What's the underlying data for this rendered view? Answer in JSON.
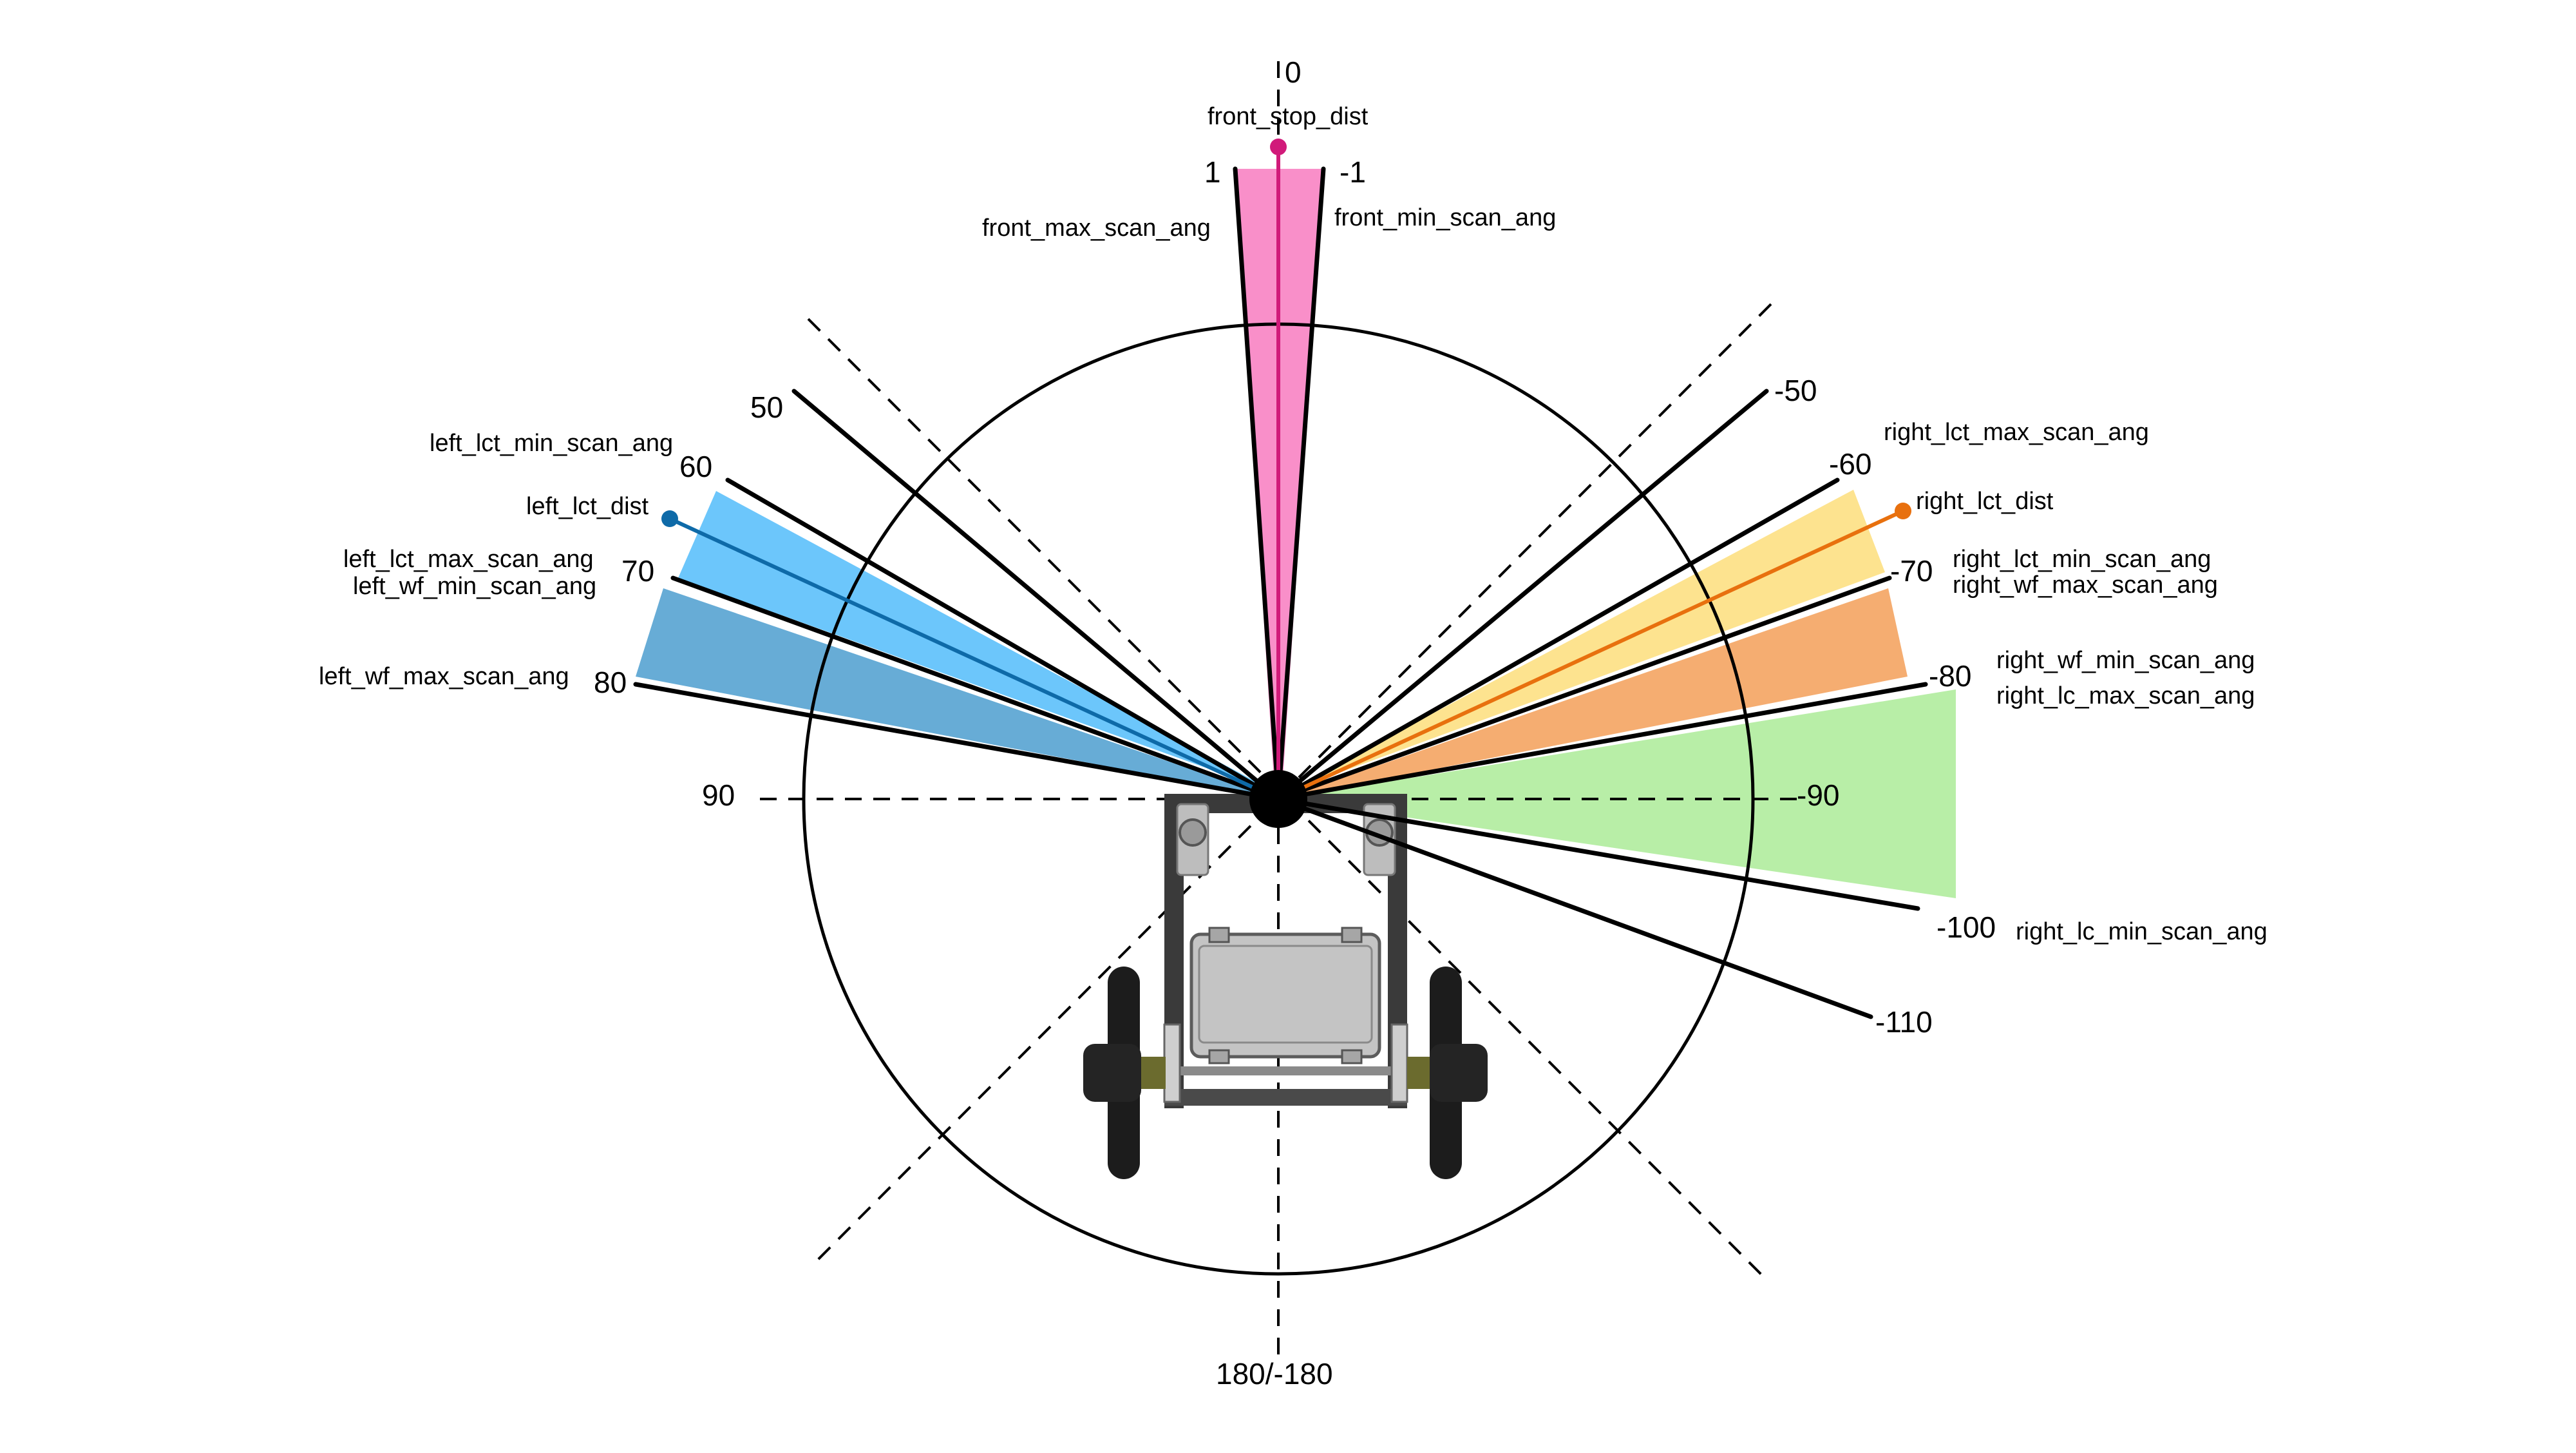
{
  "colors": {
    "front_region": "#f98fc9",
    "front_stop": "#d11a7a",
    "left_lct_region": "#6cc6fb",
    "left_wf_region": "#67acd6",
    "left_lct_dist": "#0e6aa8",
    "right_lct_region": "#fde38f",
    "right_lct_dist": "#e8700e",
    "right_wf_region": "#f5ad71",
    "right_lc_region": "#b8eea7",
    "line": "#000000"
  },
  "angle_labels": {
    "a0": "0",
    "a1": "1",
    "am1": "-1",
    "a50": "50",
    "a60": "60",
    "a70": "70",
    "a80": "80",
    "a90": "90",
    "am50": "-50",
    "am60": "-60",
    "am70": "-70",
    "am80": "-80",
    "am90": "-90",
    "am100": "-100",
    "am110": "-110",
    "a180": "180/-180"
  },
  "param_labels": {
    "front_stop_dist": "front_stop_dist",
    "front_max_scan_ang": "front_max_scan_ang",
    "front_min_scan_ang": "front_min_scan_ang",
    "left_lct_min_scan_ang": "left_lct_min_scan_ang",
    "left_lct_dist": "left_lct_dist",
    "left_lct_max_scan_ang": "left_lct_max_scan_ang",
    "left_wf_min_scan_ang": "left_wf_min_scan_ang",
    "left_wf_max_scan_ang": "left_wf_max_scan_ang",
    "right_lct_max_scan_ang": "right_lct_max_scan_ang",
    "right_lct_dist": "right_lct_dist",
    "right_lct_min_scan_ang": "right_lct_min_scan_ang",
    "right_wf_max_scan_ang": "right_wf_max_scan_ang",
    "right_wf_min_scan_ang": "right_wf_min_scan_ang",
    "right_lc_max_scan_ang": "right_lc_max_scan_ang",
    "right_lc_min_scan_ang": "right_lc_min_scan_ang"
  }
}
